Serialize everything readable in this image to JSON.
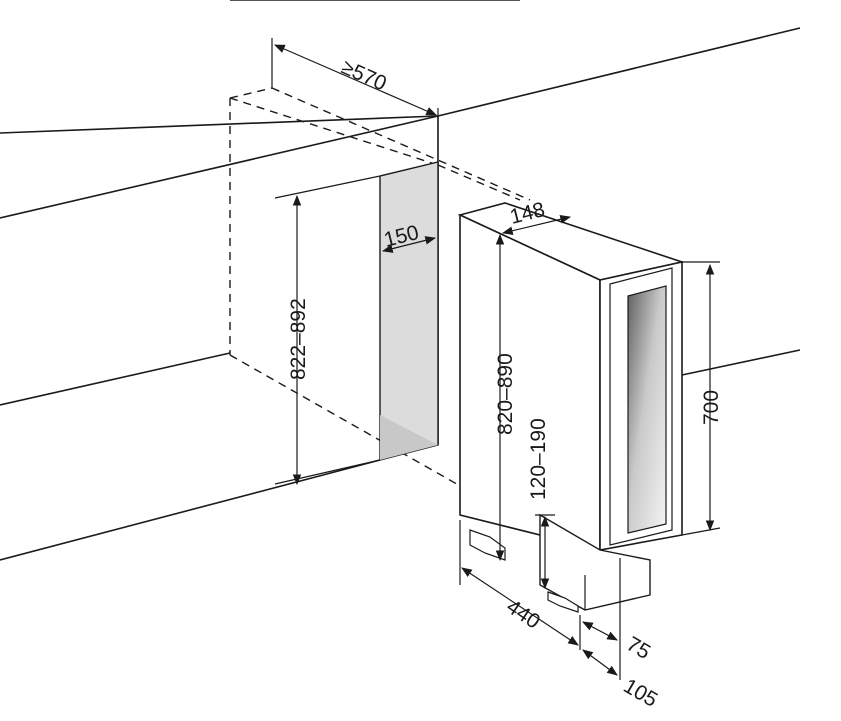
{
  "dimensions": {
    "min_depth": "≥570",
    "niche_width": "150",
    "niche_height": "822–892",
    "unit_width": "148",
    "unit_height_range": "820–890",
    "foot_height": "120–190",
    "unit_depth": "440",
    "door_height": "700",
    "offset_small": "75",
    "offset_large": "105"
  },
  "colors": {
    "line": "#1a1a1a",
    "niche_fill": "#dcdcdc",
    "niche_shadow": "#c8c8c8",
    "glass_dark": "#6e6e6e",
    "glass_light": "#f2f2f2"
  }
}
